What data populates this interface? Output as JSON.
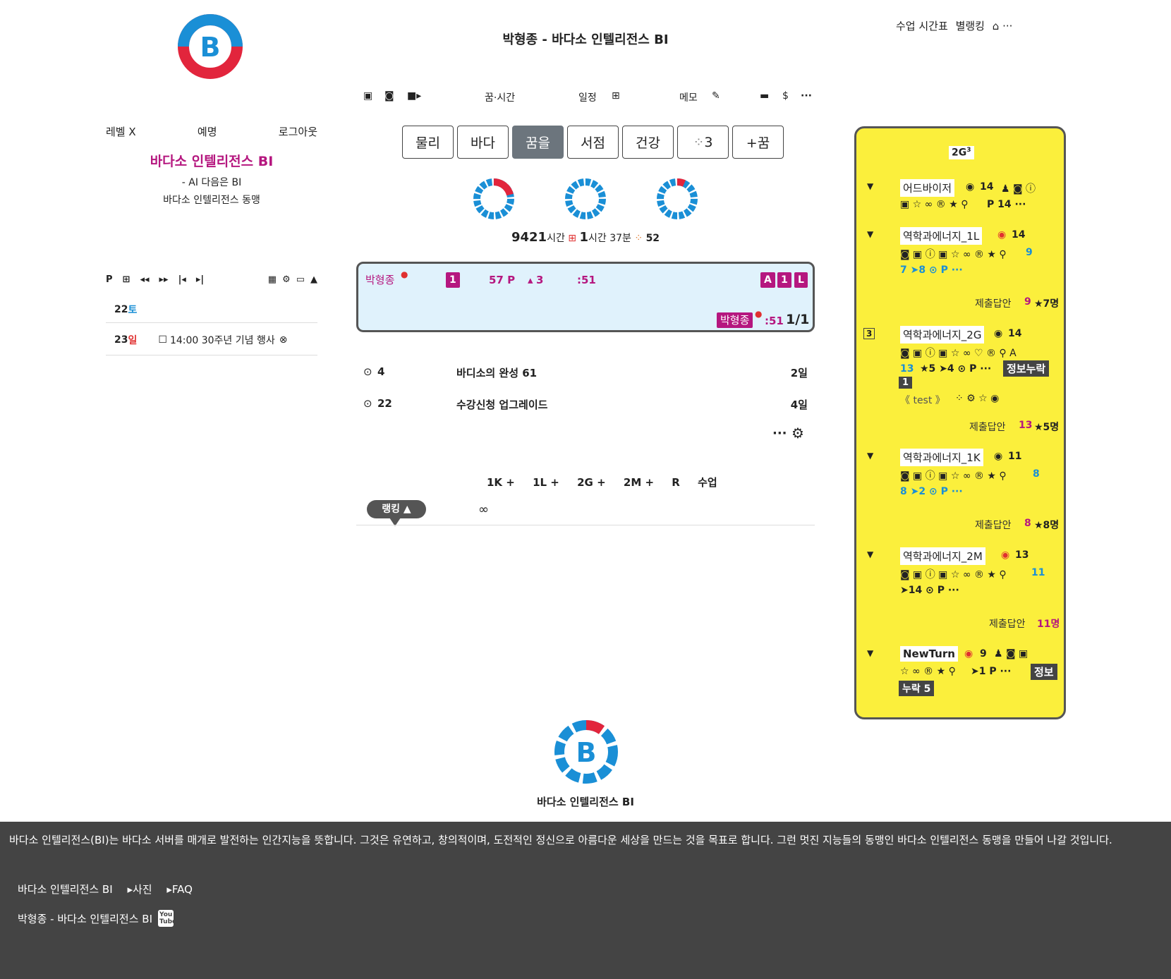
{
  "colors": {
    "accent": "#b5177f",
    "panel": "#fbef3c",
    "footer": "#444444",
    "card": "#e0f2fc"
  },
  "header": {
    "site_title": "박형종 - 바다소 인텔리전스 BI",
    "top_right": {
      "schedule": "수업 시간표",
      "star_ranking": "별랭킹",
      "home_icon": "home-icon",
      "more": "···"
    }
  },
  "left": {
    "nav": {
      "level": "레벨 X",
      "alias": "예명",
      "logout": "로그아웃"
    },
    "brand_name": "바다소 인텔리전스 BI",
    "brand_sub1": "- AI 다음은 BI",
    "brand_sub2": "바다소 인텔리전스 동맹",
    "cal_toolbar": {
      "p": "P"
    },
    "calendar": [
      {
        "day": "22",
        "weekday": "토",
        "event": ""
      },
      {
        "day": "23",
        "weekday": "일",
        "event": "14:00 30주년 기념 행사"
      }
    ]
  },
  "toolbar": {
    "dream_time": "꿈·시간",
    "schedule": "일정",
    "memo": "메모",
    "dollar": "$",
    "more": "···"
  },
  "tabs": [
    "물리",
    "바다",
    "꿈을",
    "서점",
    "건강",
    "3",
    "+꿈"
  ],
  "stats": {
    "hours": "9421",
    "hours_unit": "시간",
    "today_h": "1",
    "today_h_unit": "시간",
    "today_m": "37분",
    "count": "52"
  },
  "profile": {
    "name": "박형종",
    "badge1": "1",
    "points": "57 P",
    "up": "3",
    "sec": ":51",
    "abc": [
      "A",
      "1",
      "L"
    ],
    "name2": "박형종",
    "sec2": ":51",
    "ratio": "1/1"
  },
  "tasks": [
    {
      "count": "4",
      "title": "바디소의 완성 61",
      "due": "2일"
    },
    {
      "count": "22",
      "title": "수강신청 업그레이드",
      "due": "4일"
    }
  ],
  "class_links": [
    "1K +",
    "1L +",
    "2G +",
    "2M +",
    "R",
    "수업"
  ],
  "ranking": {
    "label": "랭킹 ▲",
    "infinity": "∞"
  },
  "panel": {
    "title": "2G",
    "title_sup": "3",
    "items": [
      {
        "name": "어드바이저",
        "views": "14",
        "line2": "P 14 ···"
      },
      {
        "name": "역학과에너지_1L",
        "views": "14",
        "a": "9",
        "line3": "7 ➤8 ⊙ P ···",
        "submit": "제출답안",
        "submit_n": "9",
        "stars": "★7명"
      },
      {
        "name": "역학과에너지_2G",
        "views": "14",
        "num": "3",
        "line3a": "13",
        "line3b": "★5 ➤4 ⊙ P ···",
        "missing": "정보누락",
        "missing_n": "1",
        "test": "《 test 》",
        "submit": "제출답안",
        "submit_n": "13",
        "stars": "★5명"
      },
      {
        "name": "역학과에너지_1K",
        "views": "11",
        "a": "8",
        "line3": "8 ➤2 ⊙ P ···",
        "submit": "제출답안",
        "submit_n": "8",
        "stars": "★8명"
      },
      {
        "name": "역학과에너지_2M",
        "views": "13",
        "a": "11",
        "line3": "➤14 ⊙ P ···",
        "submit": "제출답안",
        "submit_n": "11명"
      },
      {
        "name": "NewTurn",
        "views": "9",
        "line2": "➤1 P ···",
        "missing": "정보",
        "missing2": "누락 5"
      }
    ]
  },
  "footer": {
    "brand": "바다소 인텔리전스 BI",
    "text": "바다소 인텔리전스(BI)는 바다소 서버를 매개로 발전하는 인간지능을 뜻합니다. 그것은 유연하고, 창의적이며, 도전적인 정신으로 아름다운 세상을 만드는 것을 목표로 합니다. 그런 멋진 지능들의 동맹인 바다소 인텔리전스 동맹을 만들어 나갈 것입니다.",
    "links": [
      "바다소 인텔리전스 BI",
      "▸사진",
      "▸FAQ"
    ],
    "credit": "박형종 - 바다소 인텔리전스 BI",
    "youtube": "You Tube"
  }
}
